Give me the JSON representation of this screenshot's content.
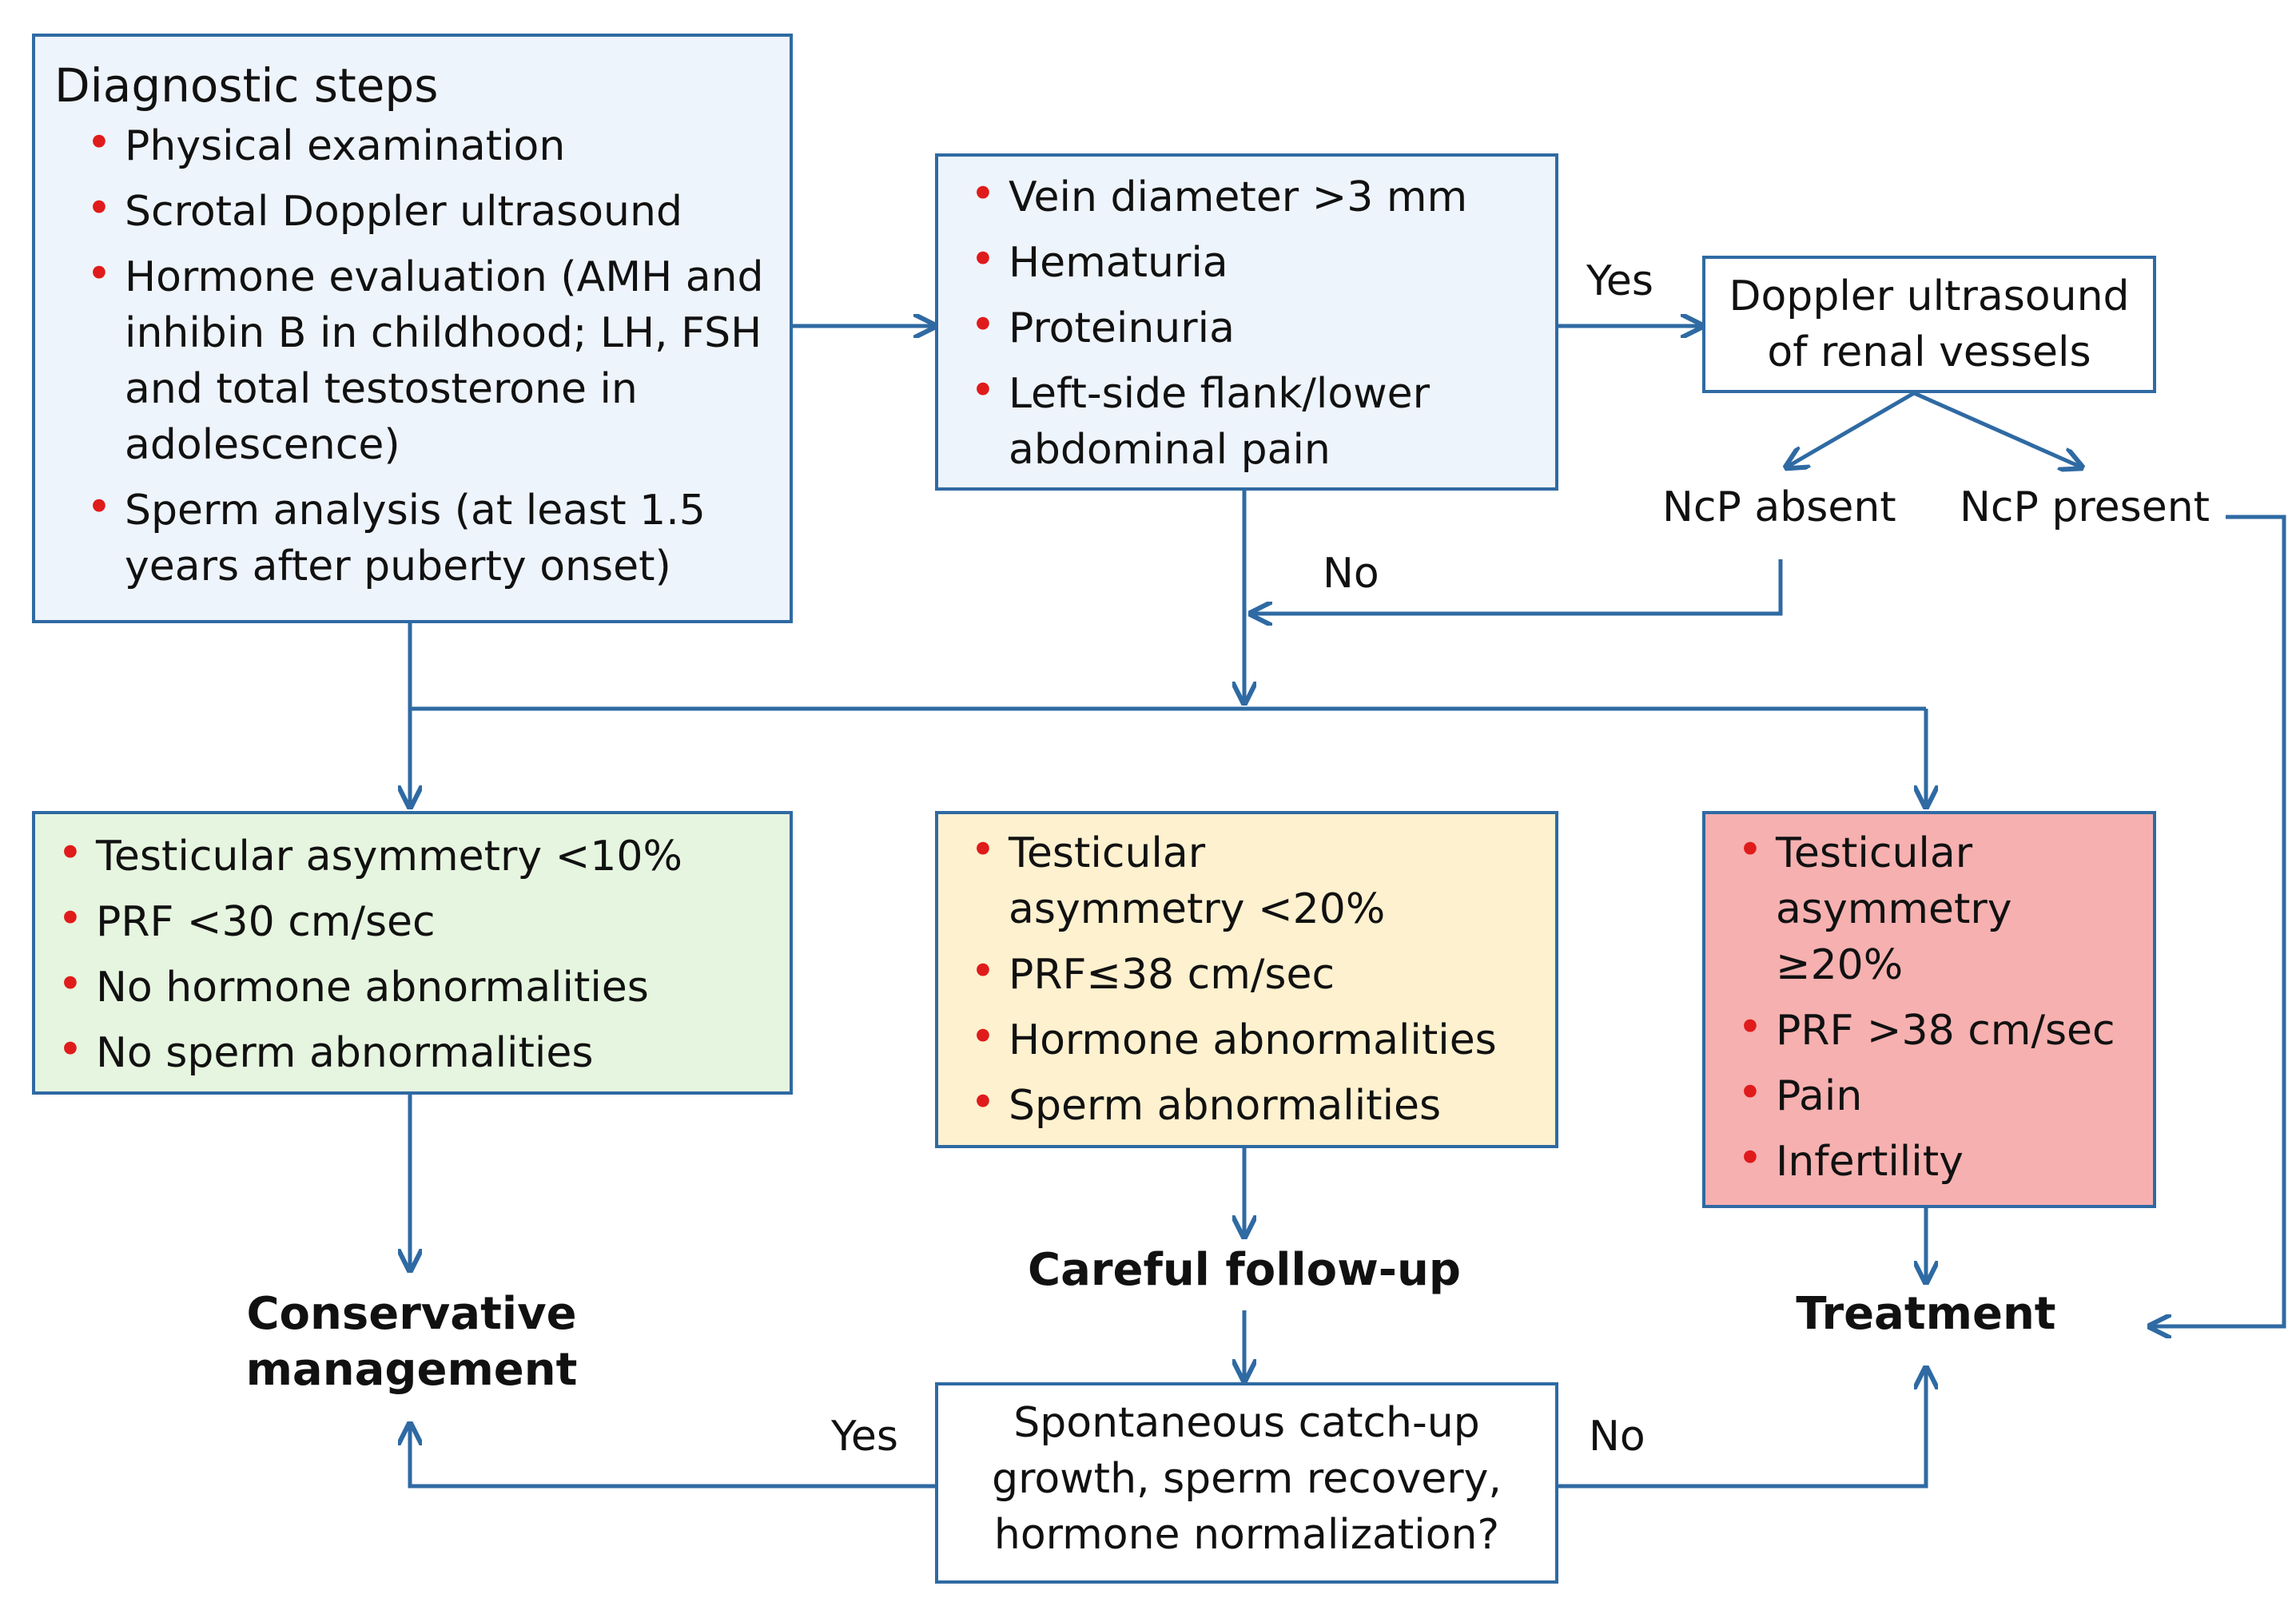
{
  "diagnostic": {
    "title": "Diagnostic steps",
    "items": [
      "Physical examination",
      "Scrotal Doppler ultrasound",
      "Hormone evaluation (AMH and inhibin B in childhood; LH, FSH and total testosterone in adolescence)",
      "Sperm analysis (at least 1.5 years after puberty onset)"
    ]
  },
  "criteria": {
    "items": [
      "Vein diameter >3 mm",
      "Hematuria",
      "Proteinuria",
      "Left-side flank/lower abdominal pain"
    ]
  },
  "doppler_renal": {
    "text": "Doppler ultrasound of renal vessels"
  },
  "labels": {
    "yes_top": "Yes",
    "no_middle": "No",
    "ncp_absent": "NcP absent",
    "ncp_present": "NcP present",
    "yes_bottom": "Yes",
    "no_bottom": "No"
  },
  "green_box": {
    "items": [
      "Testicular asymmetry <10%",
      "PRF <30 cm/sec",
      "No hormone abnormalities",
      "No sperm abnormalities"
    ]
  },
  "yellow_box": {
    "items": [
      "Testicular asymmetry <20%",
      "PRF≤38 cm/sec",
      "Hormone abnormalities",
      "Sperm abnormalities"
    ]
  },
  "red_box": {
    "items": [
      "Testicular asymmetry ≥20%",
      "PRF >38 cm/sec",
      "Pain",
      "Infertility"
    ]
  },
  "outcomes": {
    "conservative": "Conservative management",
    "follow_up": "Careful follow-up",
    "treatment": "Treatment"
  },
  "question_box": {
    "text": "Spontaneous catch-up growth, sperm recovery, hormone normalization?"
  },
  "colors": {
    "border": "#2f6aa3",
    "arrow": "#2f6aa3",
    "bullet": "#e01b1b",
    "blue_fill": "#eef4fb",
    "green_fill": "#e6f5df",
    "yellow_fill": "#fdf1cf",
    "red_fill": "#f6b0b0"
  }
}
